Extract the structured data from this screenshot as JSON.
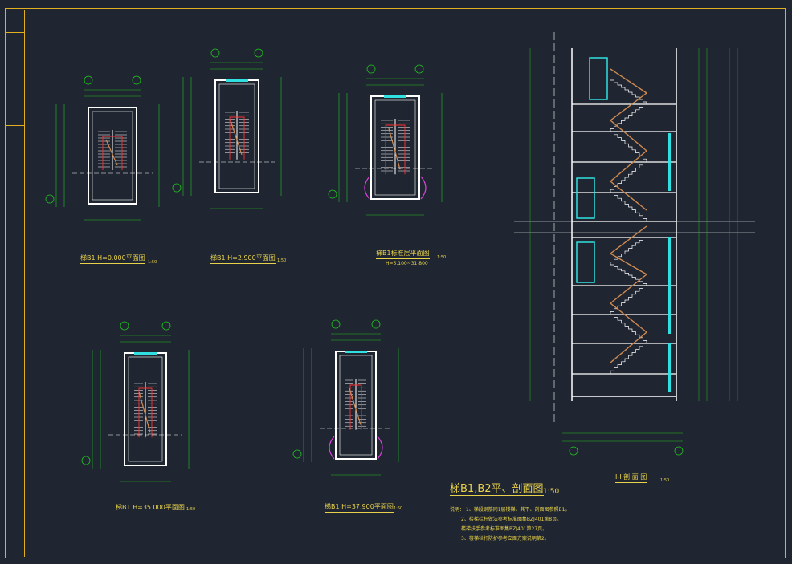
{
  "drawing": {
    "main_title": "梯B1,B2平、剖面图",
    "main_scale": "1:50",
    "notes": [
      "说明： 1、梯段钢筋同1层楼梯，其平、剖面图参照B1。",
      "2、楼梯栏杆做法参考标准图集BZJ401第8页。",
      "楼梯扶手参考标准图集BZJ401第27页。",
      "3、楼梯栏杆防护参考立面方案说明第2。"
    ]
  },
  "plans": [
    {
      "id": "p1",
      "label": "梯B1 H=0.000平面图",
      "scale": "1:50"
    },
    {
      "id": "p2",
      "label": "梯B1 H=2.900平面图",
      "scale": "1:50"
    },
    {
      "id": "p3",
      "label": "梯B1标准层平面图",
      "scale": "1:50",
      "sub": "H=5.100~31.800"
    },
    {
      "id": "p4",
      "label": "梯B1 H=35.000平面图",
      "scale": "1:50"
    },
    {
      "id": "p5",
      "label": "梯B1 H=37.900平面图",
      "scale": "1:50"
    }
  ],
  "section": {
    "label": "I-I 剖 面 图",
    "scale": "1:50"
  },
  "colors": {
    "background": "#202631",
    "frame": "#e0b020",
    "wall": "#ffffff",
    "dimension": "#20c020",
    "stair": "#d08a50",
    "cyan": "#30e0e0",
    "magenta": "#e040e0",
    "red": "#ff3030",
    "text": "#e8d24a"
  }
}
